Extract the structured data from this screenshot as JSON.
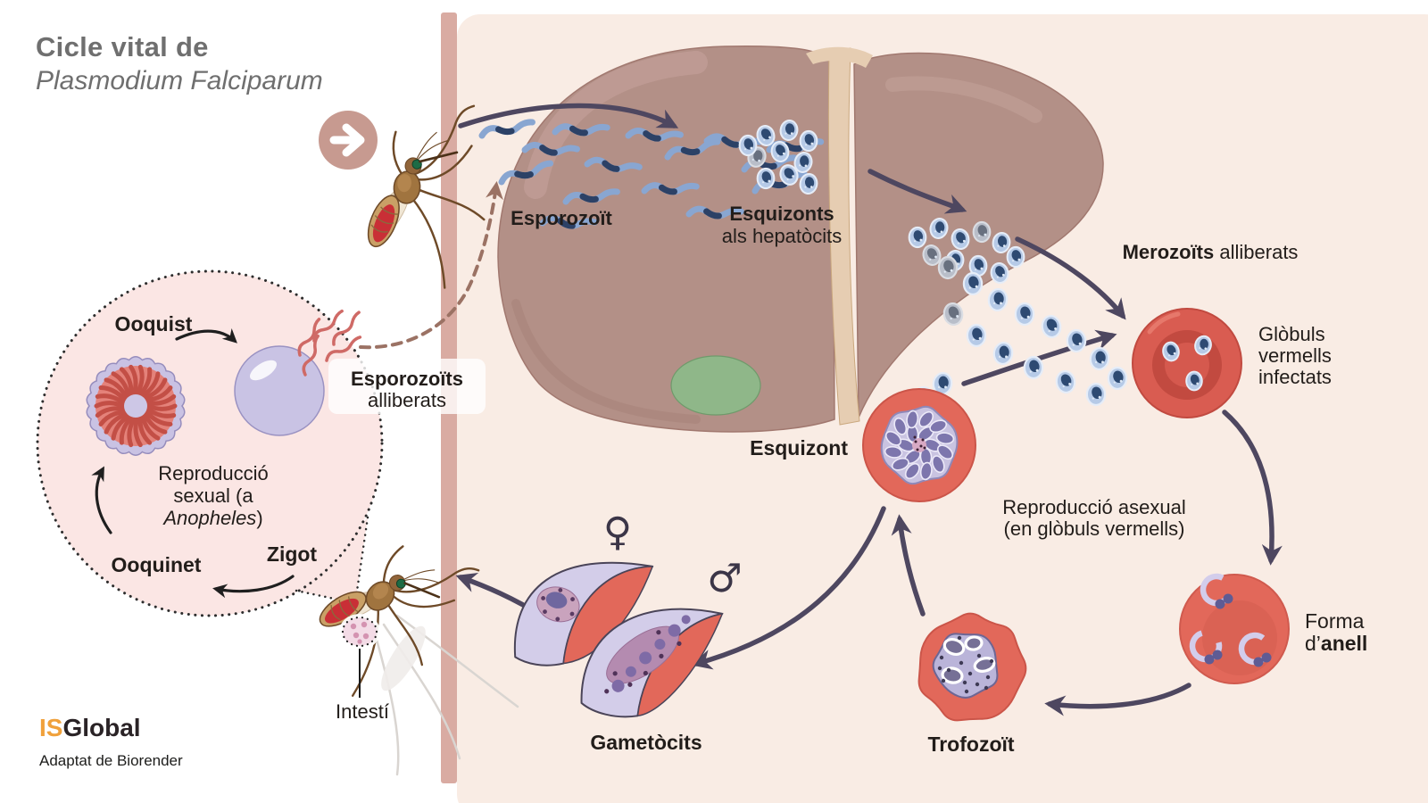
{
  "title": {
    "line1": "Cicle vital de",
    "line2": "Plasmodium Falciparum"
  },
  "liver_stage": {
    "esporozoit": "Esporozoït",
    "esquizonts_bold": "Esquizonts",
    "esquizonts_sub": "als hepatòcits",
    "merozoits_bold": "Merozoïts",
    "merozoits_rest": "alliberats"
  },
  "blood_stage": {
    "globuls_l1": "Glòbuls",
    "globuls_l2": "vermells",
    "globuls_l3": "infectats",
    "esquizont": "Esquizont",
    "asexual_l1": "Reproducció asexual",
    "asexual_l2": "(en glòbuls vermells)",
    "forma_l1": "Forma",
    "forma_d": "d’",
    "forma_bold": "anell",
    "trofozoit": "Trofozoït",
    "gametocits": "Gametòcits",
    "female_symbol": "♀",
    "male_symbol": "♂"
  },
  "mosquito_stage": {
    "ooquist": "Ooquist",
    "sexual_l1": "Reproducció",
    "sexual_l2": "sexual (a",
    "sexual_l3_italic": "Anopheles",
    "sexual_l3_end": ")",
    "ooquinet": "Ooquinet",
    "zigot": "Zigot",
    "esporozoits_bold": "Esporozoïts",
    "esporozoits_sub": "alliberats",
    "intesti": "Intestí"
  },
  "footer": {
    "logo_is": "IS",
    "logo_global": "Global",
    "credit": "Adaptat de Biorender"
  },
  "colors": {
    "panel_bg": "#f9ece4",
    "skin_bar": "#d9aba2",
    "bubble_pink": "#fbe6e4",
    "arrow_purple": "#4e4760",
    "cell_red": "#e2685a",
    "parasite_blue": "#7ea0cc",
    "liver": "#b39087",
    "logo_orange": "#f0a13b",
    "title_gray": "#6f6f6f"
  }
}
